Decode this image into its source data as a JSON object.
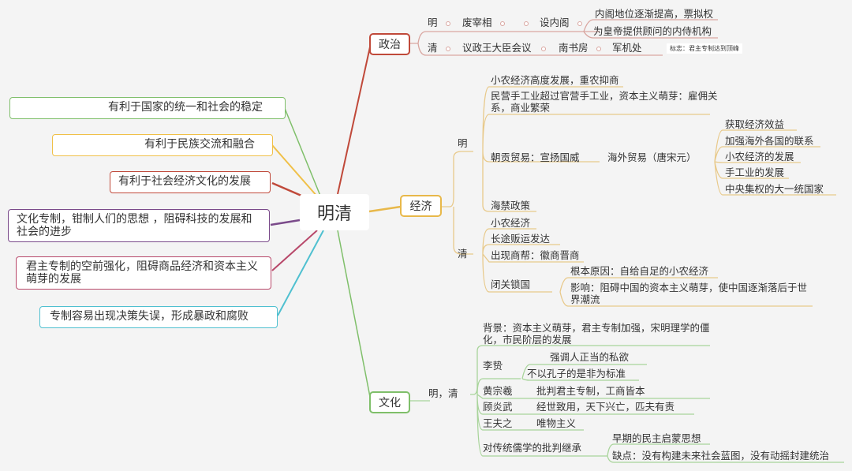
{
  "center": {
    "label": "明清"
  },
  "left_nodes": [
    {
      "label": "有利于国家的统一和社会的稳定",
      "color": "#7fbf6a"
    },
    {
      "label": "有利于民族交流和融合",
      "color": "#f0c048"
    },
    {
      "label": "有利于社会经济文化的发展",
      "color": "#c0493a"
    },
    {
      "label": "文化专制，钳制人们的思想 ，阻碍科技的发展和社会的进步",
      "color": "#7a4a8a"
    },
    {
      "label": "君主专制的空前强化，阻碍商品经济和资本主义萌芽的发展",
      "color": "#b8486a"
    },
    {
      "label": "专制容易出现决策失误，形成暴政和腐败",
      "color": "#4fc0d0"
    }
  ],
  "politics": {
    "label": "政治",
    "color": "#c0493a",
    "ming": {
      "label": "明",
      "step1": "废宰相",
      "step2": "设内阁",
      "results": [
        "内阁地位逐渐提高，票拟权",
        "为皇帝提供顾问的内侍机构"
      ]
    },
    "qing": {
      "label": "清",
      "items": [
        "议政王大臣会议",
        "南书房",
        "军机处"
      ],
      "note": "标志：君主专制达到顶峰"
    }
  },
  "economy": {
    "label": "经济",
    "color": "#e8b84a",
    "ming": {
      "label": "明",
      "items": [
        "小农经济高度发展，重农抑商",
        "民营手工业超过官营手工业，资本主义萌芽：雇佣关系，商业繁荣"
      ],
      "tribute": "朝贡贸易：宣扬国威",
      "overseas": "海外贸易（唐宋元）",
      "effects": [
        "获取经济效益",
        "加强海外各国的联系",
        "小农经济的发展",
        "手工业的发展",
        "中央集权的大一统国家"
      ],
      "ban": "海禁政策"
    },
    "qing": {
      "label": "清",
      "items": [
        "小农经济",
        "长途贩运发达",
        "出现商帮：徽商晋商"
      ],
      "closed": "闭关锁国",
      "closed_items": [
        "根本原因：自给自足的小农经济",
        "影响：阻碍中国的资本主义萌芽，使中国逐渐落后于世界潮流"
      ]
    }
  },
  "culture": {
    "label": "文化",
    "color": "#7fbf6a",
    "period": "明，清",
    "background": "背景：资本主义萌芽，君主专制加强，宋明理学的僵化，市民阶层的发展",
    "li_zhi": {
      "name": "李贽",
      "points": [
        "强调人正当的私欲",
        "不以孔子的是非为标准"
      ]
    },
    "thinkers": [
      {
        "name": "黄宗羲",
        "point": "批判君主专制，工商皆本"
      },
      {
        "name": "顾炎武",
        "point": "经世致用，天下兴亡，匹夫有责"
      },
      {
        "name": "王夫之",
        "point": "唯物主义"
      }
    ],
    "inherit": {
      "label": "对传统儒学的批判继承",
      "points": [
        "早期的民主启蒙思想",
        "缺点：没有构建未来社会蓝图，没有动摇封建统治"
      ]
    }
  }
}
